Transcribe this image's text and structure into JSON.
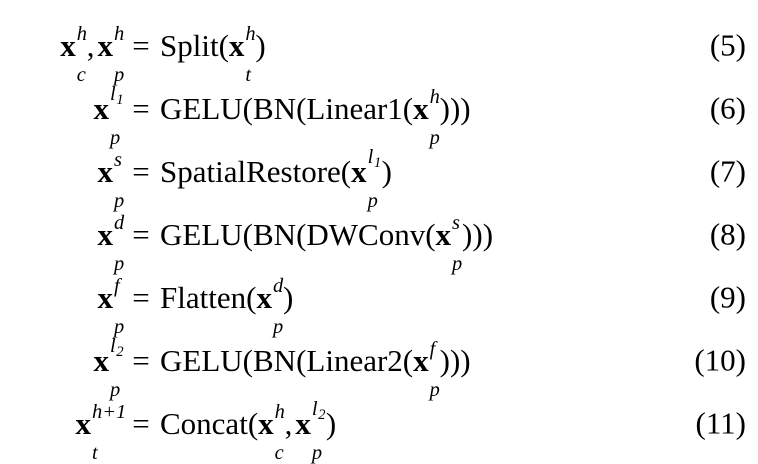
{
  "document": {
    "type": "equation-block",
    "background_color": "#ffffff",
    "text_color": "#000000",
    "equation_count": 7,
    "number_range": "(5)-(11)"
  },
  "equations": [
    {
      "number": "(5)",
      "lhs_plain": "x_c^h, x_p^h",
      "relation": "=",
      "rhs_plain": "Split(x_t^h)",
      "function": "Split",
      "lhs": {
        "terms": [
          {
            "base": "x",
            "sub": "c",
            "sup": "h"
          },
          {
            "base": "x",
            "sub": "p",
            "sup": "h"
          }
        ]
      },
      "rhs": {
        "operator": "Split",
        "args": [
          {
            "base": "x",
            "sub": "t",
            "sup": "h"
          }
        ]
      }
    },
    {
      "number": "(6)",
      "lhs_plain": "x_p^{l_1}",
      "relation": "=",
      "rhs_plain": "GELU(BN(Linear1(x_p^h)))",
      "function": "GELU",
      "lhs": {
        "terms": [
          {
            "base": "x",
            "sub": "p",
            "sup": "l",
            "sup_sub": "1"
          }
        ]
      },
      "rhs": {
        "operators": [
          "GELU",
          "BN",
          "Linear1"
        ],
        "args": [
          {
            "base": "x",
            "sub": "p",
            "sup": "h"
          }
        ]
      }
    },
    {
      "number": "(7)",
      "lhs_plain": "x_p^s",
      "relation": "=",
      "rhs_plain": "SpatialRestore(x_p^{l_1})",
      "function": "SpatialRestore",
      "lhs": {
        "terms": [
          {
            "base": "x",
            "sub": "p",
            "sup": "s"
          }
        ]
      },
      "rhs": {
        "operators": [
          "SpatialRestore"
        ],
        "args": [
          {
            "base": "x",
            "sub": "p",
            "sup": "l",
            "sup_sub": "1"
          }
        ]
      }
    },
    {
      "number": "(8)",
      "lhs_plain": "x_p^d",
      "relation": "=",
      "rhs_plain": "GELU(BN(DWConv(x_p^s)))",
      "function": "GELU",
      "lhs": {
        "terms": [
          {
            "base": "x",
            "sub": "p",
            "sup": "d"
          }
        ]
      },
      "rhs": {
        "operators": [
          "GELU",
          "BN",
          "DWConv"
        ],
        "args": [
          {
            "base": "x",
            "sub": "p",
            "sup": "s"
          }
        ]
      }
    },
    {
      "number": "(9)",
      "lhs_plain": "x_p^f",
      "relation": "=",
      "rhs_plain": "Flatten(x_p^d)",
      "function": "Flatten",
      "lhs": {
        "terms": [
          {
            "base": "x",
            "sub": "p",
            "sup": "f"
          }
        ]
      },
      "rhs": {
        "operators": [
          "Flatten"
        ],
        "args": [
          {
            "base": "x",
            "sub": "p",
            "sup": "d"
          }
        ]
      }
    },
    {
      "number": "(10)",
      "lhs_plain": "x_p^{l_2}",
      "relation": "=",
      "rhs_plain": "GELU(BN(Linear2(x_p^f)))",
      "function": "GELU",
      "lhs": {
        "terms": [
          {
            "base": "x",
            "sub": "p",
            "sup": "l",
            "sup_sub": "2"
          }
        ]
      },
      "rhs": {
        "operators": [
          "GELU",
          "BN",
          "Linear2"
        ],
        "args": [
          {
            "base": "x",
            "sub": "p",
            "sup": "f"
          }
        ]
      }
    },
    {
      "number": "(11)",
      "lhs_plain": "x_t^{h+1}",
      "relation": "=",
      "rhs_plain": "Concat(x_c^h, x_p^{l_2})",
      "function": "Concat",
      "lhs": {
        "terms": [
          {
            "base": "x",
            "sub": "t",
            "sup": "h+1"
          }
        ]
      },
      "rhs": {
        "operators": [
          "Concat"
        ],
        "args": [
          {
            "base": "x",
            "sub": "c",
            "sup": "h"
          },
          {
            "base": "x",
            "sub": "p",
            "sup": "l",
            "sup_sub": "2"
          }
        ]
      }
    }
  ],
  "glyphs": {
    "vector_x": "x",
    "equals": "=",
    "comma": ",",
    "paren_open": "(",
    "paren_close": ")",
    "plus_one": "h+1",
    "sub_c": "c",
    "sub_p": "p",
    "sub_t": "t",
    "sup_h": "h",
    "sup_s": "s",
    "sup_d": "d",
    "sup_f": "f",
    "sup_l": "l",
    "idx_1": "1",
    "idx_2": "2",
    "op_split": "Split",
    "op_gelu": "GELU",
    "op_bn": "BN",
    "op_linear1": "Linear1",
    "op_linear2": "Linear2",
    "op_spatialrestore": "SpatialRestore",
    "op_dwconv": "DWConv",
    "op_flatten": "Flatten",
    "op_concat": "Concat"
  }
}
